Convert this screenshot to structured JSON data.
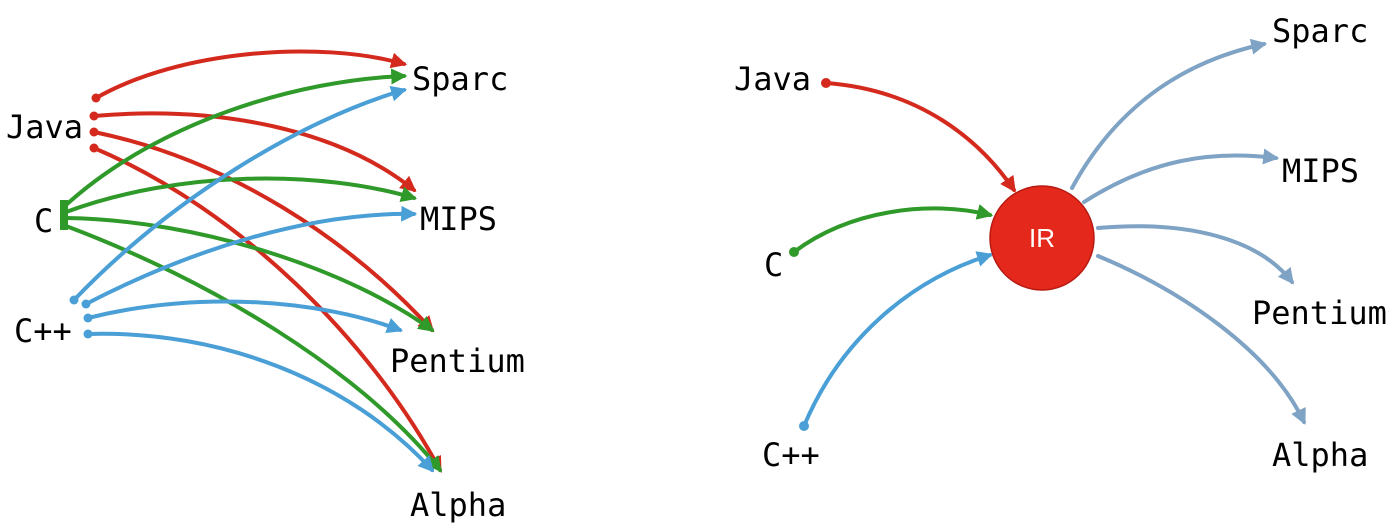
{
  "left_diagram": {
    "sources": [
      "Java",
      "C",
      "C++"
    ],
    "targets": [
      "Sparc",
      "MIPS",
      "Pentium",
      "Alpha"
    ]
  },
  "right_diagram": {
    "sources": [
      "Java",
      "C",
      "C++"
    ],
    "hub": "IR",
    "targets": [
      "Sparc",
      "MIPS",
      "Pentium",
      "Alpha"
    ]
  },
  "colors": {
    "Java": "#d42a1e",
    "C": "#2f9a2a",
    "C++": "#4a9fd6",
    "target_edge": "#7fa3c4",
    "hub": "#e5281c"
  }
}
